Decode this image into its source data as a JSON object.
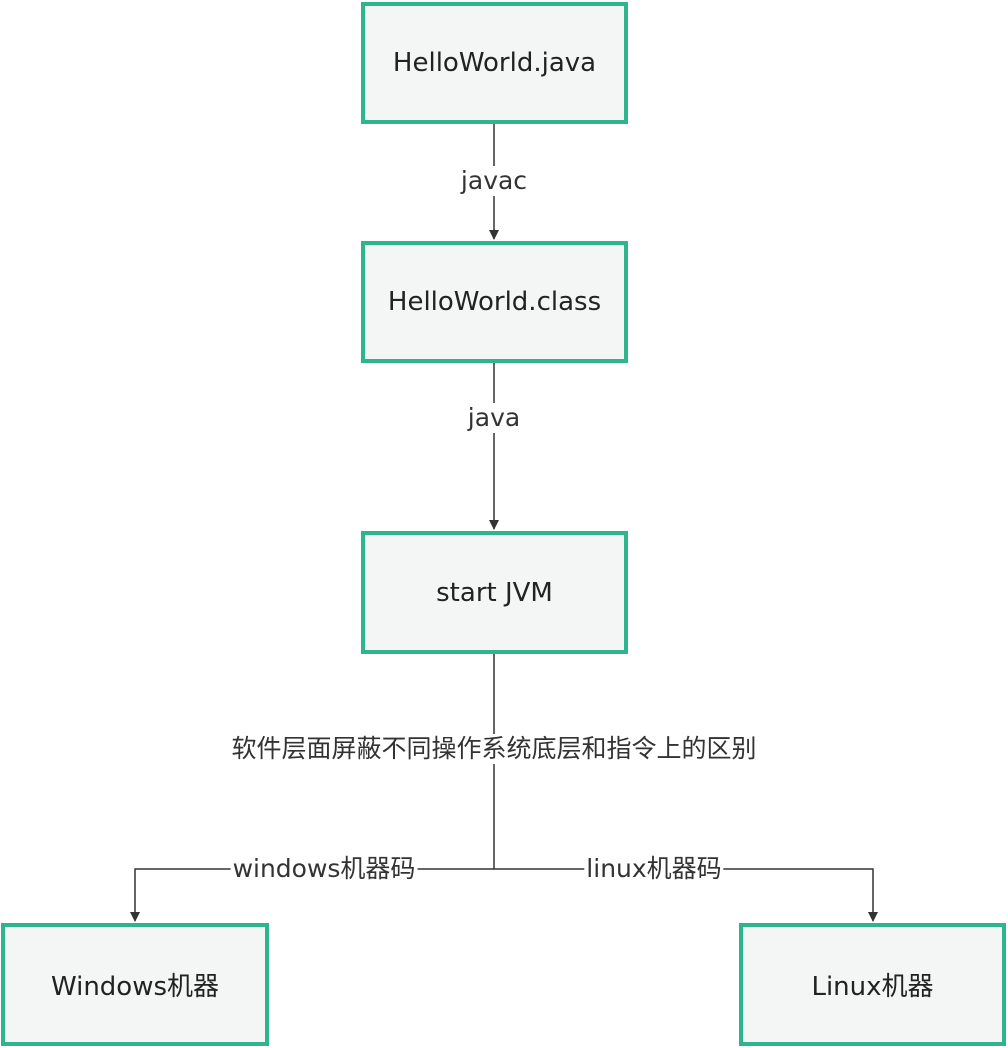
{
  "nodes": {
    "source_file": "HelloWorld.java",
    "class_file": "HelloWorld.class",
    "jvm": "start JVM",
    "windows_machine": "Windows机器",
    "linux_machine": "Linux机器"
  },
  "edges": {
    "compile": "javac",
    "run": "java",
    "jvm_note": "软件层面屏蔽不同操作系统底层和指令上的区别",
    "windows_code": "windows机器码",
    "linux_code": "linux机器码"
  },
  "colors": {
    "node_border": "#2fb58d",
    "node_fill": "#f3f6f4",
    "connector": "#333333"
  }
}
